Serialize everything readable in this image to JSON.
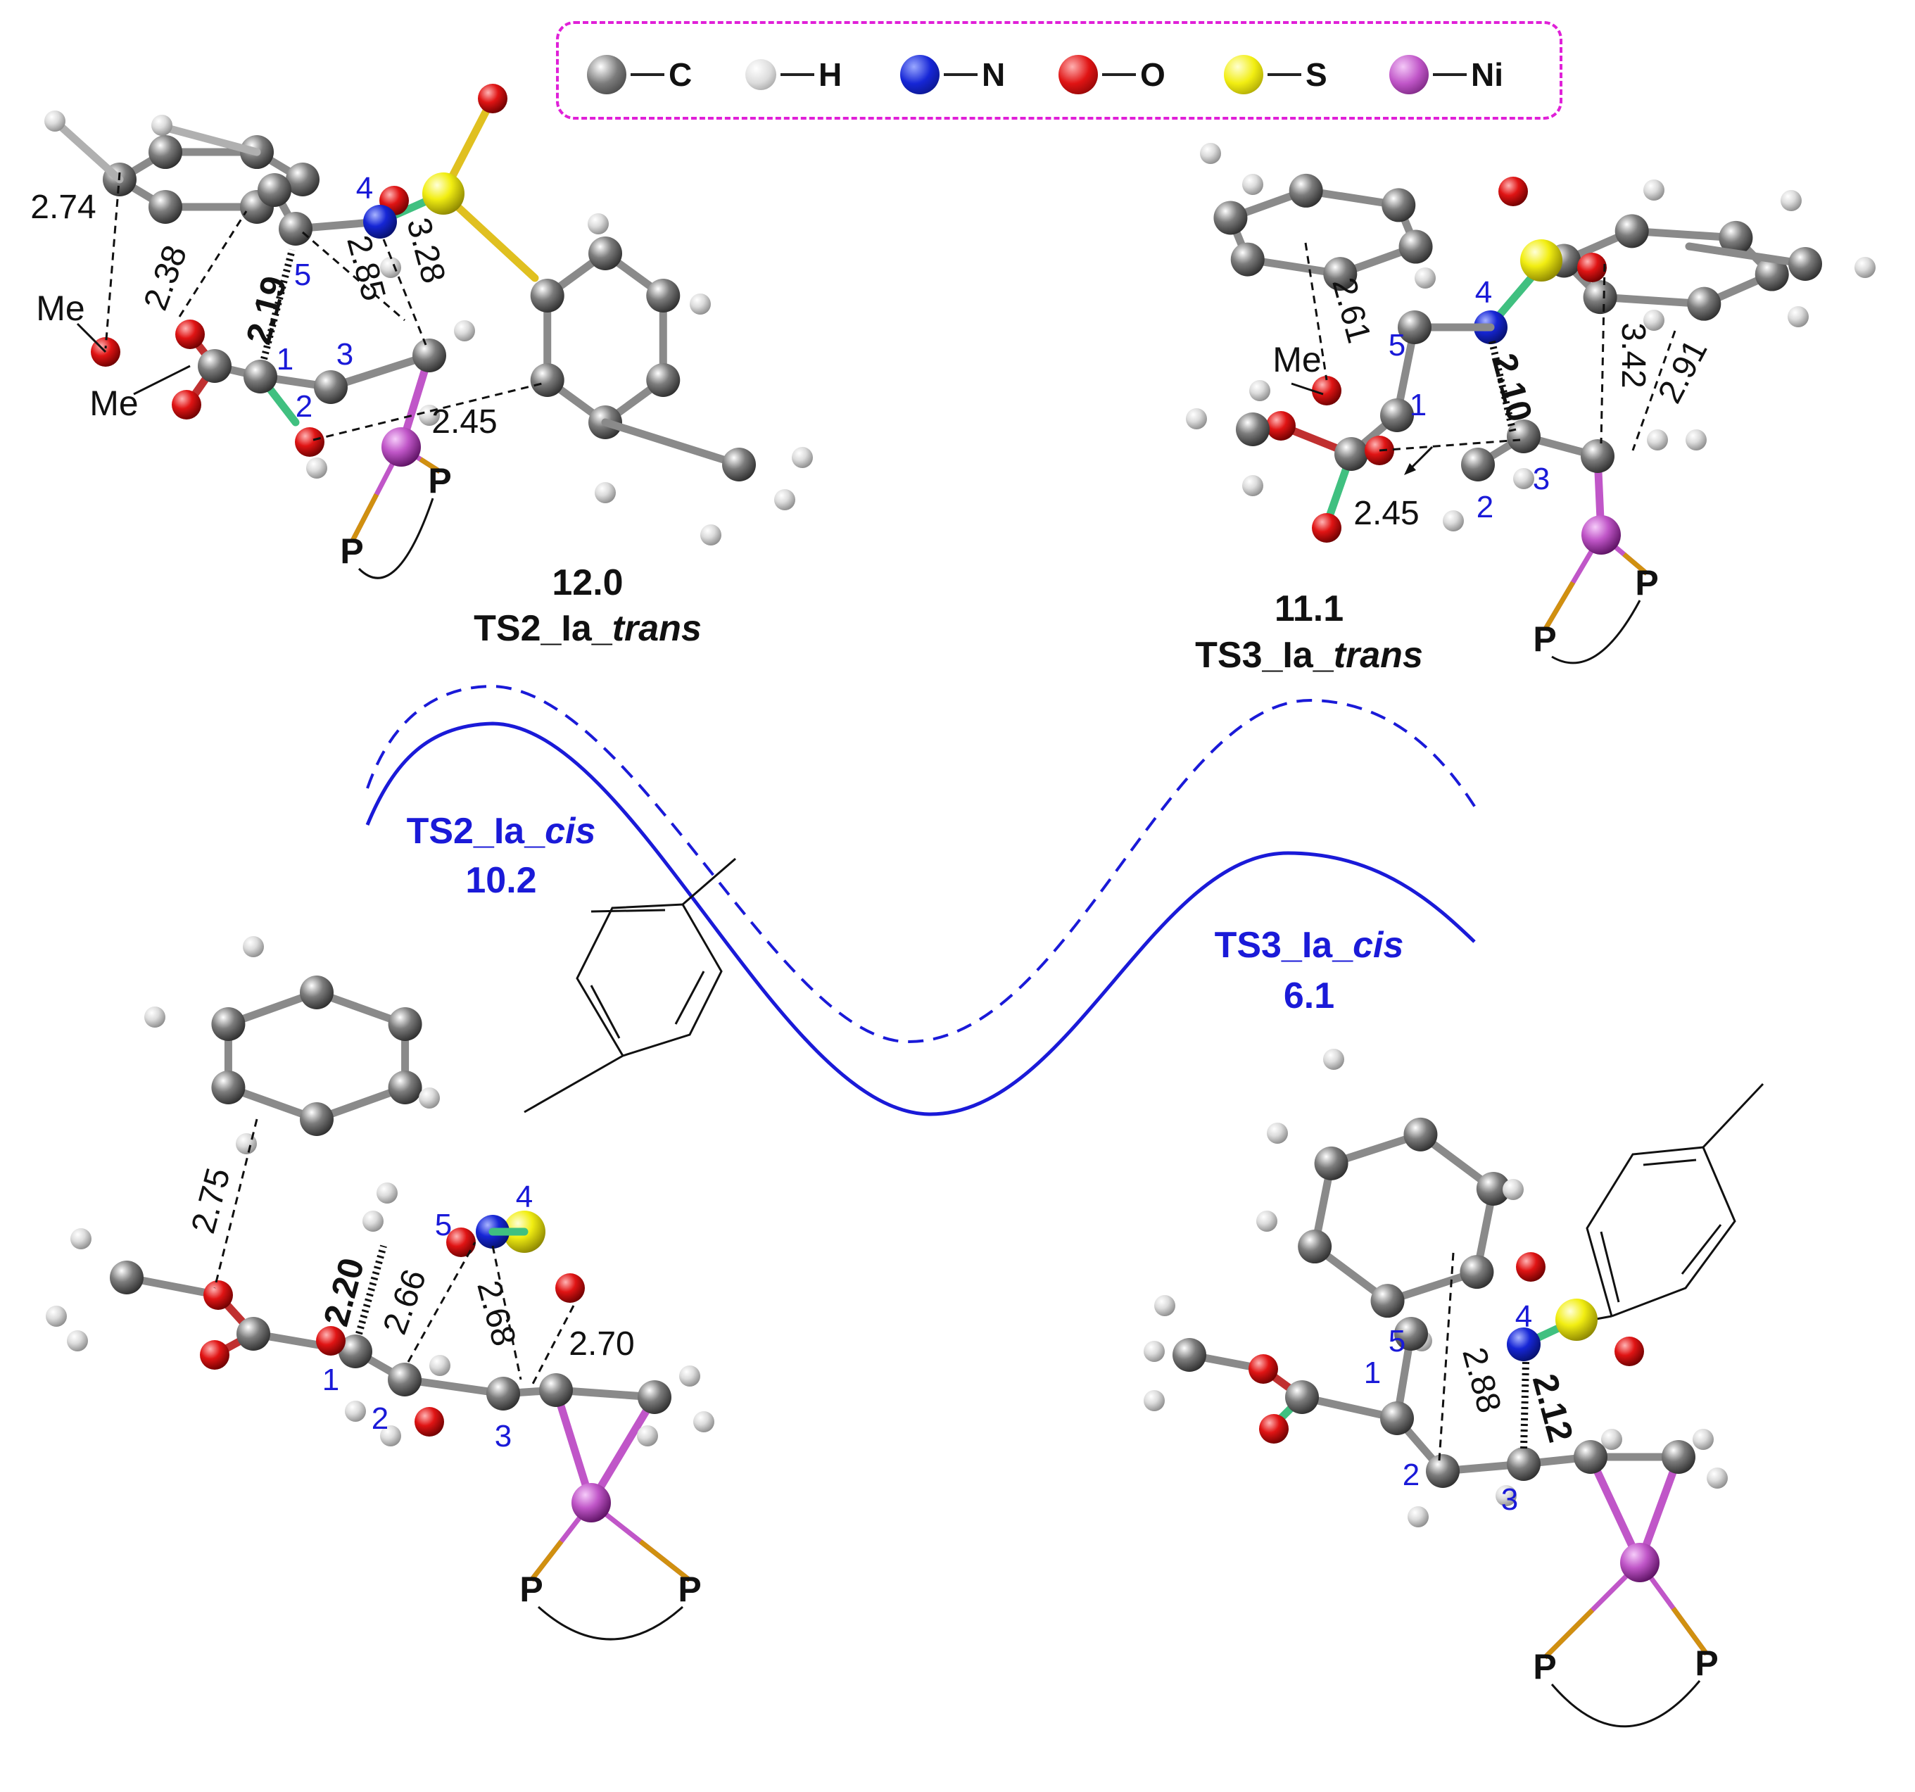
{
  "legend": {
    "items": [
      {
        "element": "C",
        "color": "#7c7c7c"
      },
      {
        "element": "H",
        "color": "#dcdcdc"
      },
      {
        "element": "N",
        "color": "#1626d6"
      },
      {
        "element": "O",
        "color": "#e01414"
      },
      {
        "element": "S",
        "color": "#f2ee12"
      },
      {
        "element": "Ni",
        "color": "#c056c8"
      }
    ]
  },
  "colors": {
    "carbon": "#7c7c7c",
    "hydrogen": "#dcdcdc",
    "nitrogen": "#1626d6",
    "oxygen": "#e01414",
    "sulfur": "#f2ee12",
    "nickel": "#c056c8",
    "path_blue": "#1a1ad8",
    "label_blue": "#1a1ad8",
    "legend_border": "#e020d8"
  },
  "structures": {
    "ts2_trans": {
      "energy": "12.0",
      "name_prefix": "TS2_Ia_",
      "name_italic": "trans",
      "distances": [
        "2.74",
        "2.38",
        "2.19",
        "2.85",
        "3.28",
        "2.45"
      ],
      "atom_numbers": [
        "1",
        "2",
        "3",
        "4",
        "5"
      ],
      "groups": [
        "Me",
        "Me"
      ],
      "ligand": [
        "P",
        "P"
      ]
    },
    "ts3_trans": {
      "energy": "11.1",
      "name_prefix": "TS3_Ia_",
      "name_italic": "trans",
      "distances": [
        "2.61",
        "2.10",
        "3.42",
        "2.91",
        "2.45"
      ],
      "atom_numbers": [
        "1",
        "2",
        "3",
        "4",
        "5"
      ],
      "groups": [
        "Me"
      ],
      "ligand": [
        "P",
        "P"
      ]
    },
    "ts2_cis": {
      "energy": "10.2",
      "name_prefix": "TS2_Ia_",
      "name_italic": "cis",
      "distances": [
        "2.75",
        "2.20",
        "2.66",
        "2.68",
        "2.70"
      ],
      "atom_numbers": [
        "1",
        "2",
        "3",
        "4",
        "5"
      ],
      "ligand": [
        "P",
        "P"
      ]
    },
    "ts3_cis": {
      "energy": "6.1",
      "name_prefix": "TS3_Ia_",
      "name_italic": "cis",
      "distances": [
        "2.88",
        "2.12"
      ],
      "atom_numbers": [
        "1",
        "2",
        "3",
        "4",
        "5"
      ],
      "ligand": [
        "P",
        "P"
      ]
    }
  }
}
